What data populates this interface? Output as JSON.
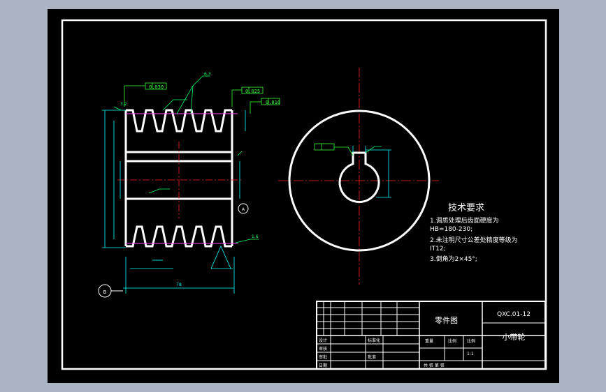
{
  "title_block": {
    "drawing_type": "零件图",
    "drawing_number": "QXC.01-12",
    "part_name": "小带轮",
    "row_labels": [
      "设计",
      "审核",
      "审批",
      "日期"
    ],
    "mid_labels": [
      "标准化",
      "批准"
    ],
    "col_labels": [
      "重量",
      "比例",
      "比例"
    ],
    "scale_value": "1:1",
    "sheet_info": "共 張 第 張"
  },
  "tech_requirements": {
    "heading": "技术要求",
    "items": [
      "1.调质处理后齿面硬度为",
      "HB=180-230;",
      "2.未注明尺寸公差处精度等级为",
      "IT12;",
      "3.倒角为2×45°;"
    ]
  },
  "annotations": {
    "datum_a": "A",
    "datum_b": "B",
    "roughness_1": "6.3",
    "roughness_2": "3.2",
    "roughness_3": "1.6",
    "tol_1": "0.030",
    "tol_2": "0.025",
    "tol_3": "0.016",
    "overall_width": "78"
  },
  "colors": {
    "background": "#000000",
    "outer_area": "#aab4c2",
    "geometry": "#ffffff",
    "dimension": "#00ffff",
    "centerline": "#ff2020",
    "tolerance": "#33ff33",
    "leader": "#00ff66",
    "hidden": "#ff44ff"
  }
}
